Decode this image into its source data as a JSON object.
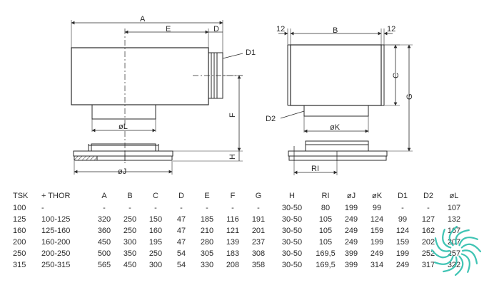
{
  "drawing": {
    "side_view_labels": {
      "A": "A",
      "E": "E",
      "D": "D",
      "D1": "D1",
      "F": "F",
      "H": "H",
      "oL": "øL",
      "oJ": "øJ"
    },
    "front_view_labels": {
      "left_margin": "12",
      "B": "B",
      "right_margin": "12",
      "C": "C",
      "G": "G",
      "D2": "D2",
      "oK": "øK",
      "RI": "RI"
    }
  },
  "table": {
    "headers": [
      "TSK",
      "+ THOR",
      "A",
      "B",
      "C",
      "D",
      "E",
      "F",
      "G",
      "H",
      "RI",
      "øJ",
      "øK",
      "D1",
      "D2",
      "øL"
    ],
    "rows": [
      [
        "100",
        "-",
        "-",
        "-",
        "-",
        "-",
        "-",
        "-",
        "-",
        "30-50",
        "80",
        "199",
        "99",
        "-",
        "-",
        "107"
      ],
      [
        "125",
        "100-125",
        "320",
        "250",
        "150",
        "47",
        "185",
        "116",
        "191",
        "30-50",
        "105",
        "249",
        "124",
        "99",
        "127",
        "132"
      ],
      [
        "160",
        "125-160",
        "360",
        "250",
        "160",
        "47",
        "210",
        "121",
        "201",
        "30-50",
        "105",
        "249",
        "159",
        "124",
        "162",
        "167"
      ],
      [
        "200",
        "160-200",
        "450",
        "300",
        "195",
        "47",
        "280",
        "139",
        "237",
        "30-50",
        "105",
        "249",
        "199",
        "159",
        "202",
        "207"
      ],
      [
        "250",
        "200-250",
        "500",
        "350",
        "250",
        "54",
        "305",
        "183",
        "308",
        "30-50",
        "169,5",
        "399",
        "249",
        "199",
        "252",
        "257"
      ],
      [
        "315",
        "250-315",
        "565",
        "450",
        "300",
        "54",
        "330",
        "208",
        "358",
        "30-50",
        "169,5",
        "399",
        "314",
        "249",
        "317",
        "322"
      ]
    ]
  },
  "colors": {
    "line": "#2a2a2a",
    "logo": "#3fc4b4"
  },
  "icons": {
    "logo": "spiral-fan-logo-icon"
  }
}
